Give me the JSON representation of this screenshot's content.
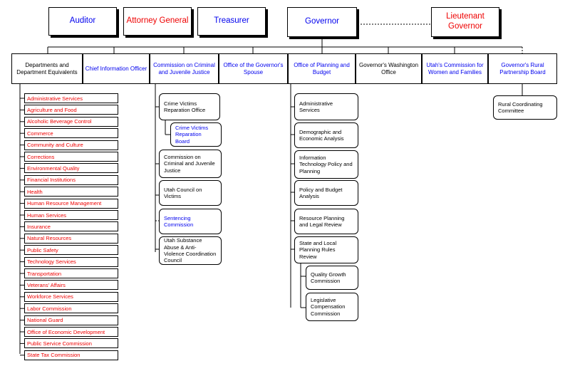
{
  "colors": {
    "blue": "#0000ee",
    "red": "#ee0000",
    "line": "#000000"
  },
  "top": {
    "auditor": "Auditor",
    "attorney_general": "Attorney General",
    "treasurer": "Treasurer",
    "governor": "Governor",
    "lieutenant_governor": "Lieutenant Governor"
  },
  "offices": {
    "departments": "Departments and Department Equivalents",
    "cio": "Chief Information Officer",
    "ccjj": "Commission on Criminal and Juvenile Justice",
    "spouse": "Office of the Governor's Spouse",
    "planning": "Office of Planning and Budget",
    "washington": "Governor's Washington Office",
    "women": "Utah's Commission for Women and Families",
    "rural": "Governor's Rural Partnership Board"
  },
  "departments": [
    "Administrative Services",
    "Agriculture and Food",
    "Alcoholic Beverage Control",
    "Commerce",
    "Community and Culture",
    "Corrections",
    "Environmental Quality",
    "Financial Institutions",
    "Health",
    "Human Resource Management",
    "Human Services",
    "Insurance",
    "Natural Resources",
    "Public Safety",
    "Technology Services",
    "Transportation",
    "Veterans' Affairs",
    "Workforce Services",
    "Labor Commission",
    "National Guard",
    "Office of Economic Development",
    "Public Service Commission",
    "State Tax Commission"
  ],
  "ccjj_units": {
    "crime_victims": "Crime Victims Reparation Office",
    "reparation_board": "Crime Victims Reparation Board",
    "juvenile": "Commission on Criminal and Juvenile Justice",
    "council_victims": "Utah Council on Victims",
    "sentencing": "Sentencing Commission",
    "substance": "Utah Substance Abuse & Anti-Violence Coordination Council"
  },
  "planning_units": {
    "admin": "Administrative Services",
    "demographic": "Demographic and Economic Analysis",
    "itpolicy": "Information Technology Policy and Planning",
    "policy_budget": "Policy and Budget Analysis",
    "resource": "Resource Planning and Legal Review",
    "state_local": "State and Local Planning Rules Review",
    "quality_growth": "Quality Growth Commission",
    "legislative": "Legislative Compensation Commission"
  },
  "rural_units": {
    "coordinating": "Rural Coordinating Committee"
  }
}
